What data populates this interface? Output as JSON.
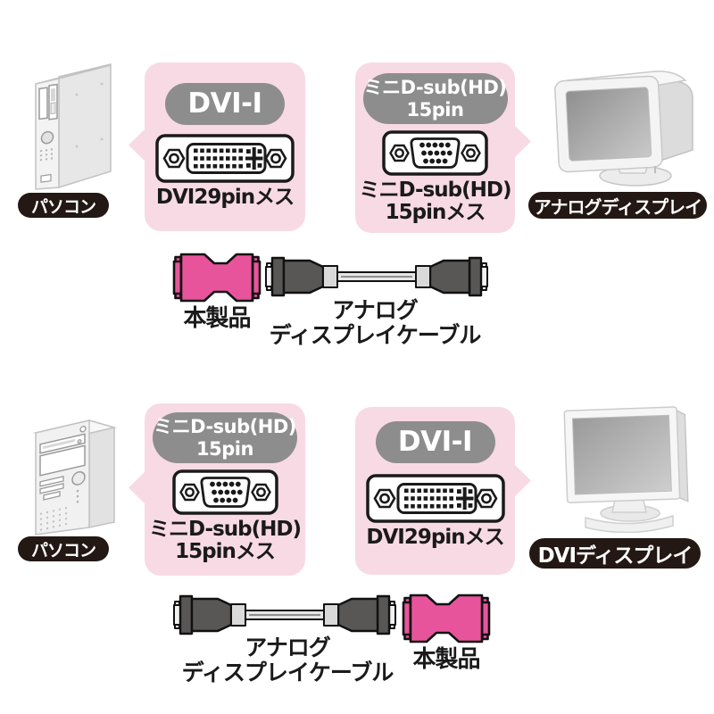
{
  "colors": {
    "callout_bg": "#f8dae4",
    "badge_gray": "#8d8d8d",
    "label_pill_bg": "#231814",
    "product_pink": "#e8549c",
    "text": "#1a1a1a",
    "connector_dark_gray": "#595656",
    "cable_light_gray": "#e6e6e6"
  },
  "top": {
    "pc_label": "パソコン",
    "dvi_badge": "DVI-I",
    "dvi_caption": "DVI29pinメス",
    "vga_badge_line1": "ミニD-sub(HD)",
    "vga_badge_line2": "15pin",
    "vga_caption_line1": "ミニD-sub(HD)",
    "vga_caption_line2": "15pinメス",
    "display_label": "アナログディスプレイ",
    "adapter_label": "本製品",
    "cable_label_line1": "アナログ",
    "cable_label_line2": "ディスプレイケーブル"
  },
  "bottom": {
    "pc_label": "パソコン",
    "vga_badge_line1": "ミニD-sub(HD)",
    "vga_badge_line2": "15pin",
    "vga_caption_line1": "ミニD-sub(HD)",
    "vga_caption_line2": "15pinメス",
    "dvi_badge": "DVI-I",
    "dvi_caption": "DVI29pinメス",
    "display_label": "DVIディスプレイ",
    "adapter_label": "本製品",
    "cable_label_line1": "アナログ",
    "cable_label_line2": "ディスプレイケーブル"
  }
}
